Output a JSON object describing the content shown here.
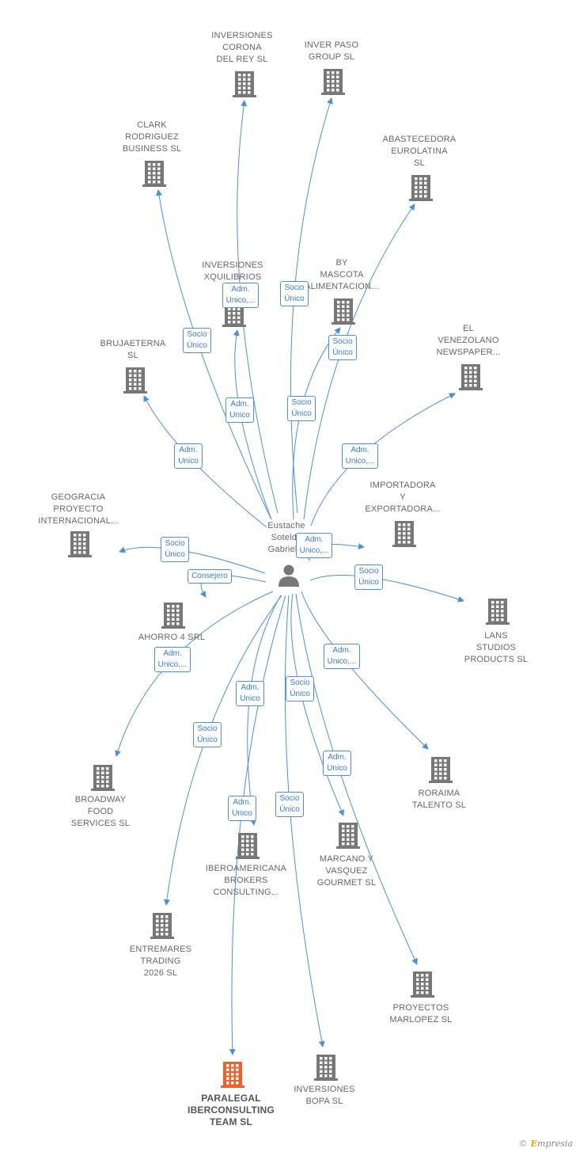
{
  "center": {
    "label": "Eustache\nSoteldo\nGabriel..."
  },
  "companies": [
    {
      "id": "inv-corona",
      "label": "INVERSIONES\nCORONA\nDEL REY  SL"
    },
    {
      "id": "inver-paso",
      "label": "INVER PASO\nGROUP  SL"
    },
    {
      "id": "clark",
      "label": "CLARK\nRODRIGUEZ\nBUSINESS  SL"
    },
    {
      "id": "abastecedora",
      "label": "ABASTECEDORA\nEUROLATINA\nSL"
    },
    {
      "id": "xquilibrios",
      "label": "INVERSIONES\nXQUILIBRIOS\nSL"
    },
    {
      "id": "by-mascota",
      "label": "BY\nMASCOTA\nALIMENTACION..."
    },
    {
      "id": "brujaeterna",
      "label": "BRUJAETERNA\nSL"
    },
    {
      "id": "venezolano",
      "label": "EL\nVENEZOLANO\nNEWSPAPER..."
    },
    {
      "id": "importadora",
      "label": "IMPORTADORA\nY\nEXPORTADORA..."
    },
    {
      "id": "geogracia",
      "label": "GEOGRACIA\nPROYECTO\nINTERNACIONAL..."
    },
    {
      "id": "ahorro4",
      "label": "AHORRO 4 SRL"
    },
    {
      "id": "lans",
      "label": "LANS\nSTUDIOS\nPRODUCTS  SL"
    },
    {
      "id": "broadway",
      "label": "BROADWAY\nFOOD\nSERVICES  SL"
    },
    {
      "id": "roraima",
      "label": "RORAIMA\nTALENTO  SL"
    },
    {
      "id": "marcano",
      "label": "MARCANO Y\nVASQUEZ\nGOURMET  SL"
    },
    {
      "id": "iberoamericana",
      "label": "IBEROAMERICANA\nBROKERS\nCONSULTING..."
    },
    {
      "id": "entremares",
      "label": "ENTREMARES\nTRADING\n2026  SL"
    },
    {
      "id": "marlopez",
      "label": "PROYECTOS\nMARLOPEZ  SL"
    },
    {
      "id": "paralegal",
      "label": "PARALEGAL\nIBERCONSULTING\nTEAM  SL",
      "highlight": true
    },
    {
      "id": "bopa",
      "label": "INVERSIONES\nBOPA  SL"
    }
  ],
  "relations": [
    {
      "to": "inv-corona",
      "label": "Adm.\nUnico,..."
    },
    {
      "to": "inver-paso",
      "label": "Socio\nÚnico"
    },
    {
      "to": "clark",
      "label": "Socio\nÚnico"
    },
    {
      "to": "abastecedora",
      "label": "Socio\nÚnico"
    },
    {
      "to": "xquilibrios",
      "label": "Adm.\nUnico"
    },
    {
      "to": "by-mascota",
      "label": "Socio\nÚnico"
    },
    {
      "to": "brujaeterna",
      "label": "Adm.\nUnico"
    },
    {
      "to": "venezolano",
      "label": "Adm.\nUnico,..."
    },
    {
      "to": "importadora",
      "label": "Adm.\nUnico,..."
    },
    {
      "to": "geogracia",
      "label": "Socio\nÚnico"
    },
    {
      "to": "ahorro4",
      "label": "Consejero"
    },
    {
      "to": "lans",
      "label": "Socio\nÚnico"
    },
    {
      "to": "broadway",
      "label": "Adm.\nUnico,..."
    },
    {
      "to": "roraima",
      "label": "Adm.\nUnico,..."
    },
    {
      "to": "marcano",
      "label": "Socio\nÚnico"
    },
    {
      "to": "marlopez",
      "label": "Adm.\nUnico"
    },
    {
      "to": "entremares",
      "label": "Socio\nÚnico"
    },
    {
      "to": "iberoamericana",
      "label": "Adm.\nUnico"
    },
    {
      "to": "paralegal",
      "label": "Adm.\nUnico"
    },
    {
      "to": "bopa",
      "label": "Socio\nÚnico"
    }
  ],
  "colors": {
    "edge": "#4a90d9",
    "building": "#777777",
    "building_highlight": "#f0602a",
    "person": "#777777"
  },
  "icons": {
    "company": "building-icon",
    "person": "person-icon"
  },
  "footer": {
    "copyright": "©",
    "brand_initial": "E",
    "brand_rest": "mpresia"
  }
}
